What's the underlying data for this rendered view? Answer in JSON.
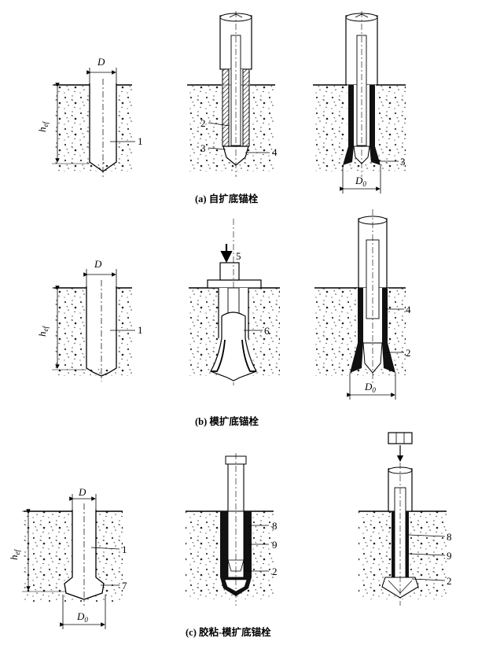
{
  "captions": {
    "a": "(a) 自扩底锚栓",
    "b": "(b) 模扩底锚栓",
    "c": "(c) 胶粘-模扩底锚栓"
  },
  "dimensions": {
    "D": "D",
    "D0": "D",
    "D0_sub": "0",
    "hef": "h",
    "hef_sub": "ef"
  },
  "labels": {
    "n1": "1",
    "n2": "2",
    "n3": "3",
    "n4": "4",
    "n5": "5",
    "n6": "6",
    "n7": "7",
    "n8": "8",
    "n9": "9"
  }
}
